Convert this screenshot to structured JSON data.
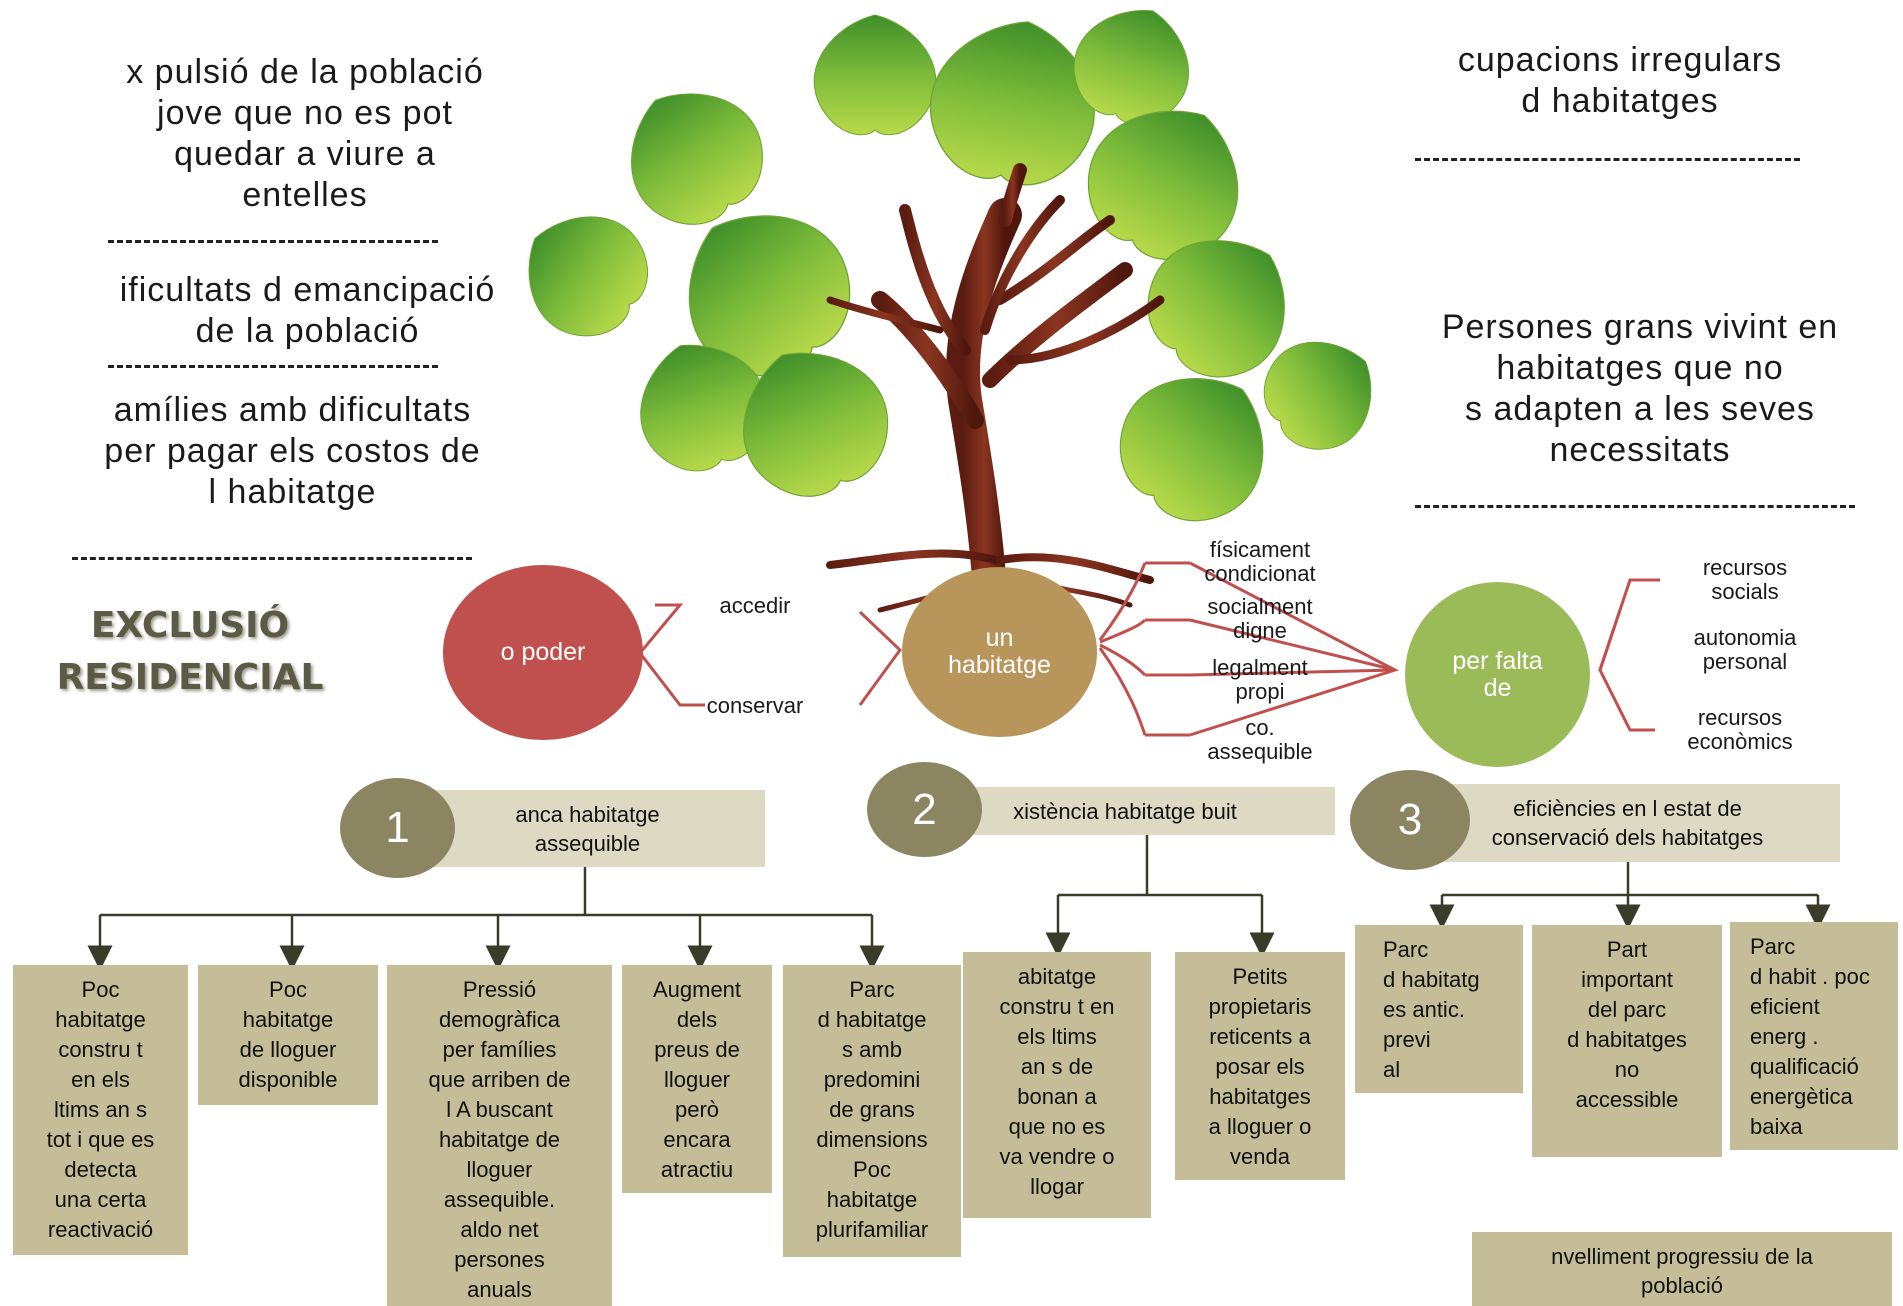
{
  "title": {
    "line1": "EXCLUSIÓ",
    "line2": "RESIDENCIAL"
  },
  "left_texts": [
    "x pulsió de la població\njove que no es pot\nquedar a viure a\nentelles",
    "ificultats d emancipació\nde la població",
    "amílies amb dificultats\nper pagar els costos de\nl habitatge"
  ],
  "right_texts": [
    "cupacions irregulars\nd habitatges",
    "Persones grans vivint en\nhabitatges que no\ns adapten a les seves\nnecessitats"
  ],
  "concept": {
    "no_poder": "o poder",
    "verbs": [
      "accedir",
      "conservar"
    ],
    "habitatge": "un\nhabitatge",
    "qualities": [
      "físicament\ncondicionat",
      "socialment\ndigne",
      "legalment\npropi",
      "co.\nassequible"
    ],
    "falta": "per falta\nde",
    "resources": [
      "recursos\nsocials",
      "autonomia\npersonal",
      "recursos\neconòmics"
    ]
  },
  "colors": {
    "no_poder": "#c0504d",
    "habitatge": "#b8955a",
    "falta": "#9bbb59",
    "number": "#8c8561",
    "band": "#ddd9c3",
    "box": "#c4bd97",
    "bracket": "#c0504d"
  },
  "causes": [
    {
      "number": "1",
      "label": "anca habitatge\nassequible",
      "items": [
        "Poc\nhabitatge\nconstru t\nen els\nltims an s\ntot i que es\ndetecta\nuna certa\nreactivació",
        "Poc\nhabitatge\nde lloguer\ndisponible",
        "Pressió\ndemogràfica\nper famílies\nque arriben de\nl A      buscant\nhabitatge de\nlloguer\nassequible.\naldo net\npersones\nanuals",
        "Augment\ndels\npreus de\nlloguer\nperò\nencara\natractiu",
        "Parc\nd habitatge\ns amb\npredomini\nde grans\ndimensions\nPoc\nhabitatge\nplurifamiliar"
      ]
    },
    {
      "number": "2",
      "label": "xistència habitatge buit",
      "items": [
        "abitatge\nconstru t en\nels   ltims\nan s  de\nbonan a\nque no es\nva vendre o\nllogar",
        "Petits\npropietaris\nreticents a\nposar els\nhabitatges\na lloguer o\nvenda"
      ]
    },
    {
      "number": "3",
      "label": "eficiències en l estat de\nconservació dels habitatges",
      "items": [
        "Parc\nd habitatg\nes antic.\n    previ\nal",
        "Part\nimportant\ndel parc\nd habitatges\nno\naccessible",
        "Parc\nd habit . poc\neficient\nenerg .\nqualificació\nenergètica\nbaixa"
      ]
    }
  ],
  "footer_box": "nvelliment progressiu de la\npoblació"
}
